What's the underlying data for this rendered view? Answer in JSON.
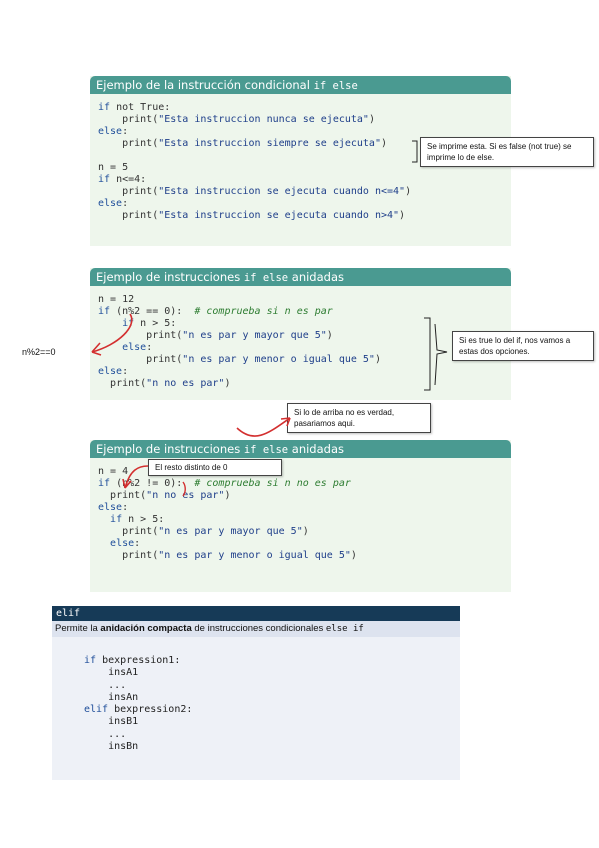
{
  "block1": {
    "title_text": "Ejemplo de la instrucción condicional",
    "title_code": "if else",
    "lines": [
      {
        "indent": "",
        "parts": [
          [
            "k",
            "if"
          ],
          [
            "t",
            " not True:"
          ]
        ]
      },
      {
        "indent": "    ",
        "parts": [
          [
            "t",
            "print("
          ],
          [
            "s",
            "\"Esta instruccion nunca se ejecuta\""
          ],
          [
            "t",
            ")"
          ]
        ]
      },
      {
        "indent": "",
        "parts": [
          [
            "k",
            "else"
          ],
          [
            "t",
            ":"
          ]
        ]
      },
      {
        "indent": "    ",
        "parts": [
          [
            "t",
            "print("
          ],
          [
            "s",
            "\"Esta instruccion siempre se ejecuta\""
          ],
          [
            "t",
            ")"
          ]
        ]
      },
      {
        "indent": "",
        "parts": [
          [
            "t",
            ""
          ]
        ]
      },
      {
        "indent": "",
        "parts": [
          [
            "t",
            "n = 5"
          ]
        ]
      },
      {
        "indent": "",
        "parts": [
          [
            "k",
            "if"
          ],
          [
            "t",
            " n<=4:"
          ]
        ]
      },
      {
        "indent": "    ",
        "parts": [
          [
            "t",
            "print("
          ],
          [
            "s",
            "\"Esta instruccion se ejecuta cuando n<=4\""
          ],
          [
            "t",
            ")"
          ]
        ]
      },
      {
        "indent": "",
        "parts": [
          [
            "k",
            "else"
          ],
          [
            "t",
            ":"
          ]
        ]
      },
      {
        "indent": "    ",
        "parts": [
          [
            "t",
            "print("
          ],
          [
            "s",
            "\"Esta instruccion se ejecuta cuando n>4\""
          ],
          [
            "t",
            ")"
          ]
        ]
      }
    ],
    "note": "Se imprime esta. Si es false (not true) se imprime lo de else."
  },
  "block2": {
    "title_text": "Ejemplo de instrucciones",
    "title_code": "if else",
    "title_suffix": "anidadas",
    "lines": [
      {
        "indent": "",
        "parts": [
          [
            "t",
            "n = 12"
          ]
        ]
      },
      {
        "indent": "",
        "parts": [
          [
            "k",
            "if"
          ],
          [
            "t",
            " (n%2 == 0):  "
          ],
          [
            "c",
            "# comprueba si n es par"
          ]
        ]
      },
      {
        "indent": "    ",
        "parts": [
          [
            "k",
            "if"
          ],
          [
            "t",
            " n > 5:"
          ]
        ]
      },
      {
        "indent": "        ",
        "parts": [
          [
            "t",
            "print("
          ],
          [
            "s",
            "\"n es par y mayor que 5\""
          ],
          [
            "t",
            ")"
          ]
        ]
      },
      {
        "indent": "    ",
        "parts": [
          [
            "k",
            "else"
          ],
          [
            "t",
            ":"
          ]
        ]
      },
      {
        "indent": "        ",
        "parts": [
          [
            "t",
            "print("
          ],
          [
            "s",
            "\"n es par y menor o igual que 5\""
          ],
          [
            "t",
            ")"
          ]
        ]
      },
      {
        "indent": "",
        "parts": [
          [
            "k",
            "else"
          ],
          [
            "t",
            ":"
          ]
        ]
      },
      {
        "indent": "  ",
        "parts": [
          [
            "t",
            "print("
          ],
          [
            "s",
            "\"n no es par\""
          ],
          [
            "t",
            ")"
          ]
        ]
      }
    ],
    "note_right": "Si es true lo del if, nos vamos a estas dos opciones.",
    "note_bottom": "Si lo de arriba no es verdad, pasariamos aqui.",
    "side_label": "n%2==0"
  },
  "block3": {
    "title_text": "Ejemplo de instrucciones",
    "title_code": "if else",
    "title_suffix": "anidadas",
    "lines": [
      {
        "indent": "",
        "parts": [
          [
            "t",
            "n = 4"
          ]
        ]
      },
      {
        "indent": "",
        "parts": [
          [
            "k",
            "if"
          ],
          [
            "t",
            " (n%2 != 0):  "
          ],
          [
            "c",
            "# comprueba si n no es par"
          ]
        ]
      },
      {
        "indent": "  ",
        "parts": [
          [
            "t",
            "print("
          ],
          [
            "s",
            "\"n no es par\""
          ],
          [
            "t",
            ")"
          ]
        ]
      },
      {
        "indent": "",
        "parts": [
          [
            "k",
            "else"
          ],
          [
            "t",
            ":"
          ]
        ]
      },
      {
        "indent": "  ",
        "parts": [
          [
            "k",
            "if"
          ],
          [
            "t",
            " n > 5:"
          ]
        ]
      },
      {
        "indent": "    ",
        "parts": [
          [
            "t",
            "print("
          ],
          [
            "s",
            "\"n es par y mayor que 5\""
          ],
          [
            "t",
            ")"
          ]
        ]
      },
      {
        "indent": "  ",
        "parts": [
          [
            "k",
            "else"
          ],
          [
            "t",
            ":"
          ]
        ]
      },
      {
        "indent": "    ",
        "parts": [
          [
            "t",
            "print("
          ],
          [
            "s",
            "\"n es par y menor o igual que 5\""
          ],
          [
            "t",
            ")"
          ]
        ]
      }
    ],
    "note_top": "El resto distinto de 0"
  },
  "elif_section": {
    "header": "elif",
    "desc_prefix": "Permite la",
    "desc_bold": "anidación compacta",
    "desc_middle": "de instrucciones condicionales",
    "desc_code": "else if",
    "code_lines": [
      "if bexpression1:",
      "    insA1",
      "    ...",
      "    insAn",
      "elif bexpression2:",
      "    insB1",
      "    ...",
      "    insBn"
    ]
  },
  "colors": {
    "title_bar": "#4a9a91",
    "block_bg": "#eef6ec",
    "elif_header": "#163a57",
    "arrow": "#d32f2f"
  }
}
